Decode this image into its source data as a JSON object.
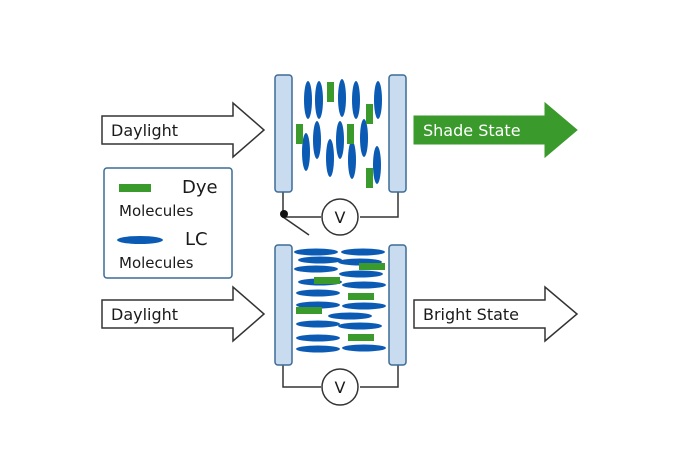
{
  "inputs": {
    "top_label": "Daylight",
    "bottom_label": "Daylight"
  },
  "outputs": {
    "top_label": "Shade State",
    "bottom_label": "Bright State"
  },
  "legend": {
    "dye_title": "Dye",
    "dye_sub": "Molecules",
    "lc_title": "LC",
    "lc_sub": "Molecules"
  },
  "voltage": {
    "top_symbol": "V",
    "bottom_symbol": "V"
  },
  "colors": {
    "dye": "#3a9a2c",
    "lc": "#0b5bb5",
    "electrode_fill": "#c9dcef",
    "electrode_stroke": "#3d6b96",
    "shade_arrow": "#3a9a2c",
    "legend_border": "#3d6b96"
  }
}
